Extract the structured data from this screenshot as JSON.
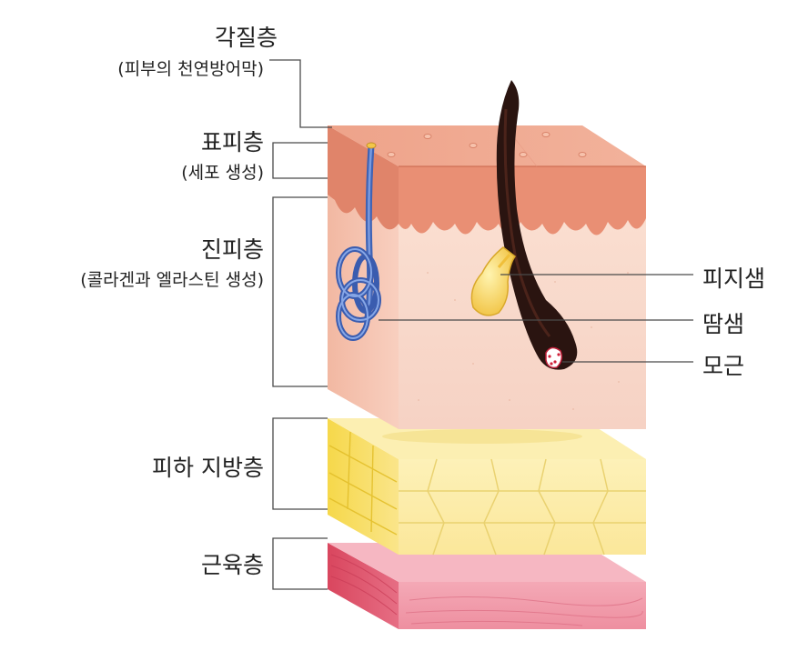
{
  "left_labels": {
    "stratum_corneum": {
      "title": "각질층",
      "sub": "(피부의 천연방어막)"
    },
    "epidermis": {
      "title": "표피층",
      "sub": "(세포 생성)"
    },
    "dermis": {
      "title": "진피층",
      "sub": "(콜라겐과 엘라스틴 생성)"
    },
    "subcutaneous_fat": {
      "title": "피하 지방층"
    },
    "muscle": {
      "title": "근육층"
    }
  },
  "right_labels": {
    "sebaceous_gland": "피지샘",
    "sweat_gland": "땀샘",
    "hair_root": "모근"
  },
  "colors": {
    "epidermis": "#e8957a",
    "dermis": "#f9d7c6",
    "fat": "#fbe98a",
    "muscle": "#e8798e",
    "sweat_gland": "#4a6fc0",
    "hair": "#2a1410",
    "sebum": "#f2c64a"
  }
}
